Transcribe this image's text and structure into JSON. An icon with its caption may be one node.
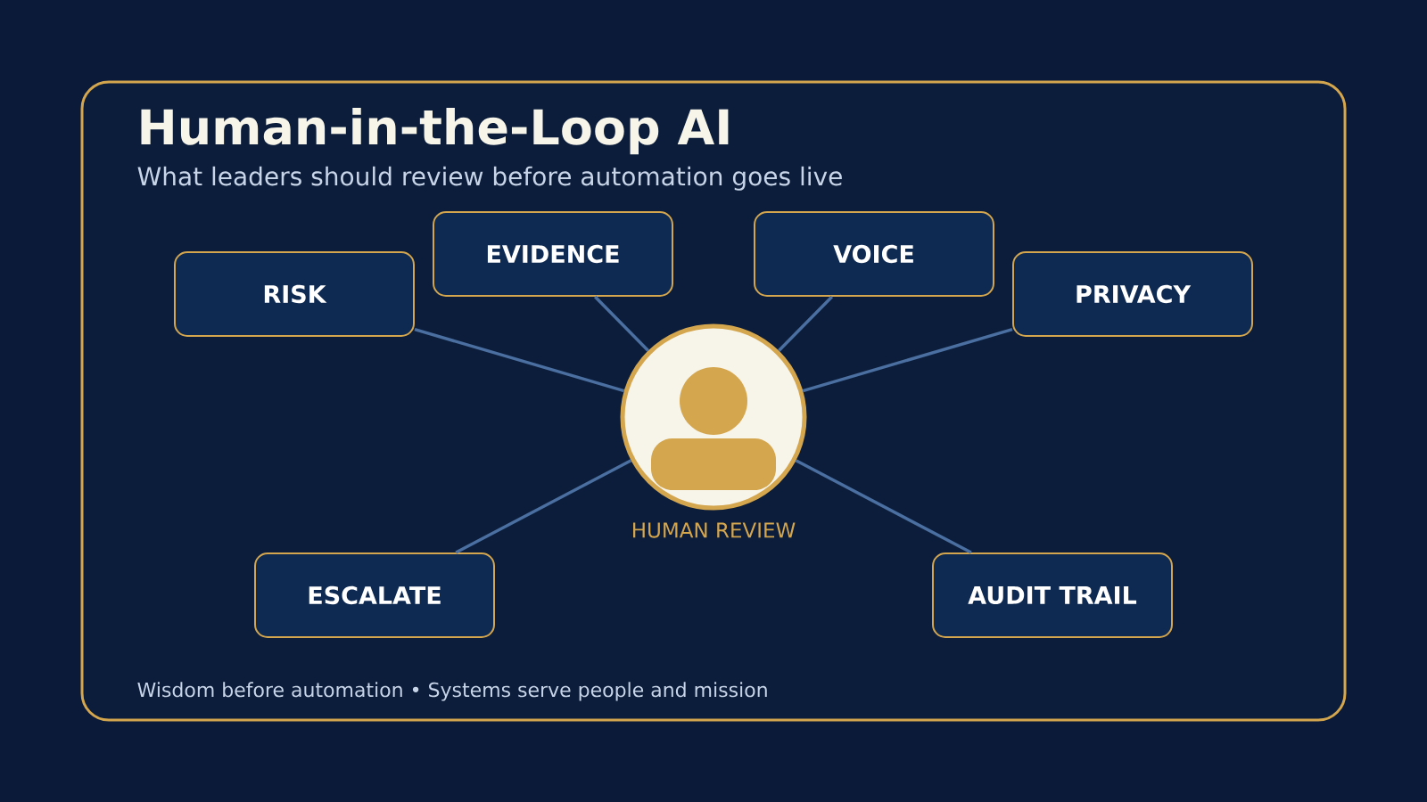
{
  "diagram": {
    "title": "Human-in-the-Loop AI",
    "nodes": [
      {
        "text": [],
        "shape": "person",
        "beside": [
          "HUMAN REVIEW"
        ]
      },
      {
        "text": [
          "RISK"
        ]
      },
      {
        "text": [
          "EVIDENCE"
        ]
      },
      {
        "text": [
          "VOICE"
        ]
      },
      {
        "text": [
          "PRIVACY"
        ]
      },
      {
        "text": [
          "ESCALATE"
        ]
      },
      {
        "text": [
          "AUDIT TRAIL"
        ]
      }
    ],
    "edges": [
      {
        "from": 1,
        "to": 0,
        "arrow": "none"
      },
      {
        "from": 2,
        "to": 0,
        "arrow": "none"
      },
      {
        "from": 3,
        "to": 0,
        "arrow": "none"
      },
      {
        "from": 4,
        "to": 0,
        "arrow": "none"
      },
      {
        "from": 5,
        "to": 0,
        "arrow": "none"
      },
      {
        "from": 6,
        "to": 0,
        "arrow": "none"
      }
    ],
    "labels": [
      "What leaders should review before automation goes live",
      "Wisdom before automation • Systems serve people and mission"
    ]
  }
}
